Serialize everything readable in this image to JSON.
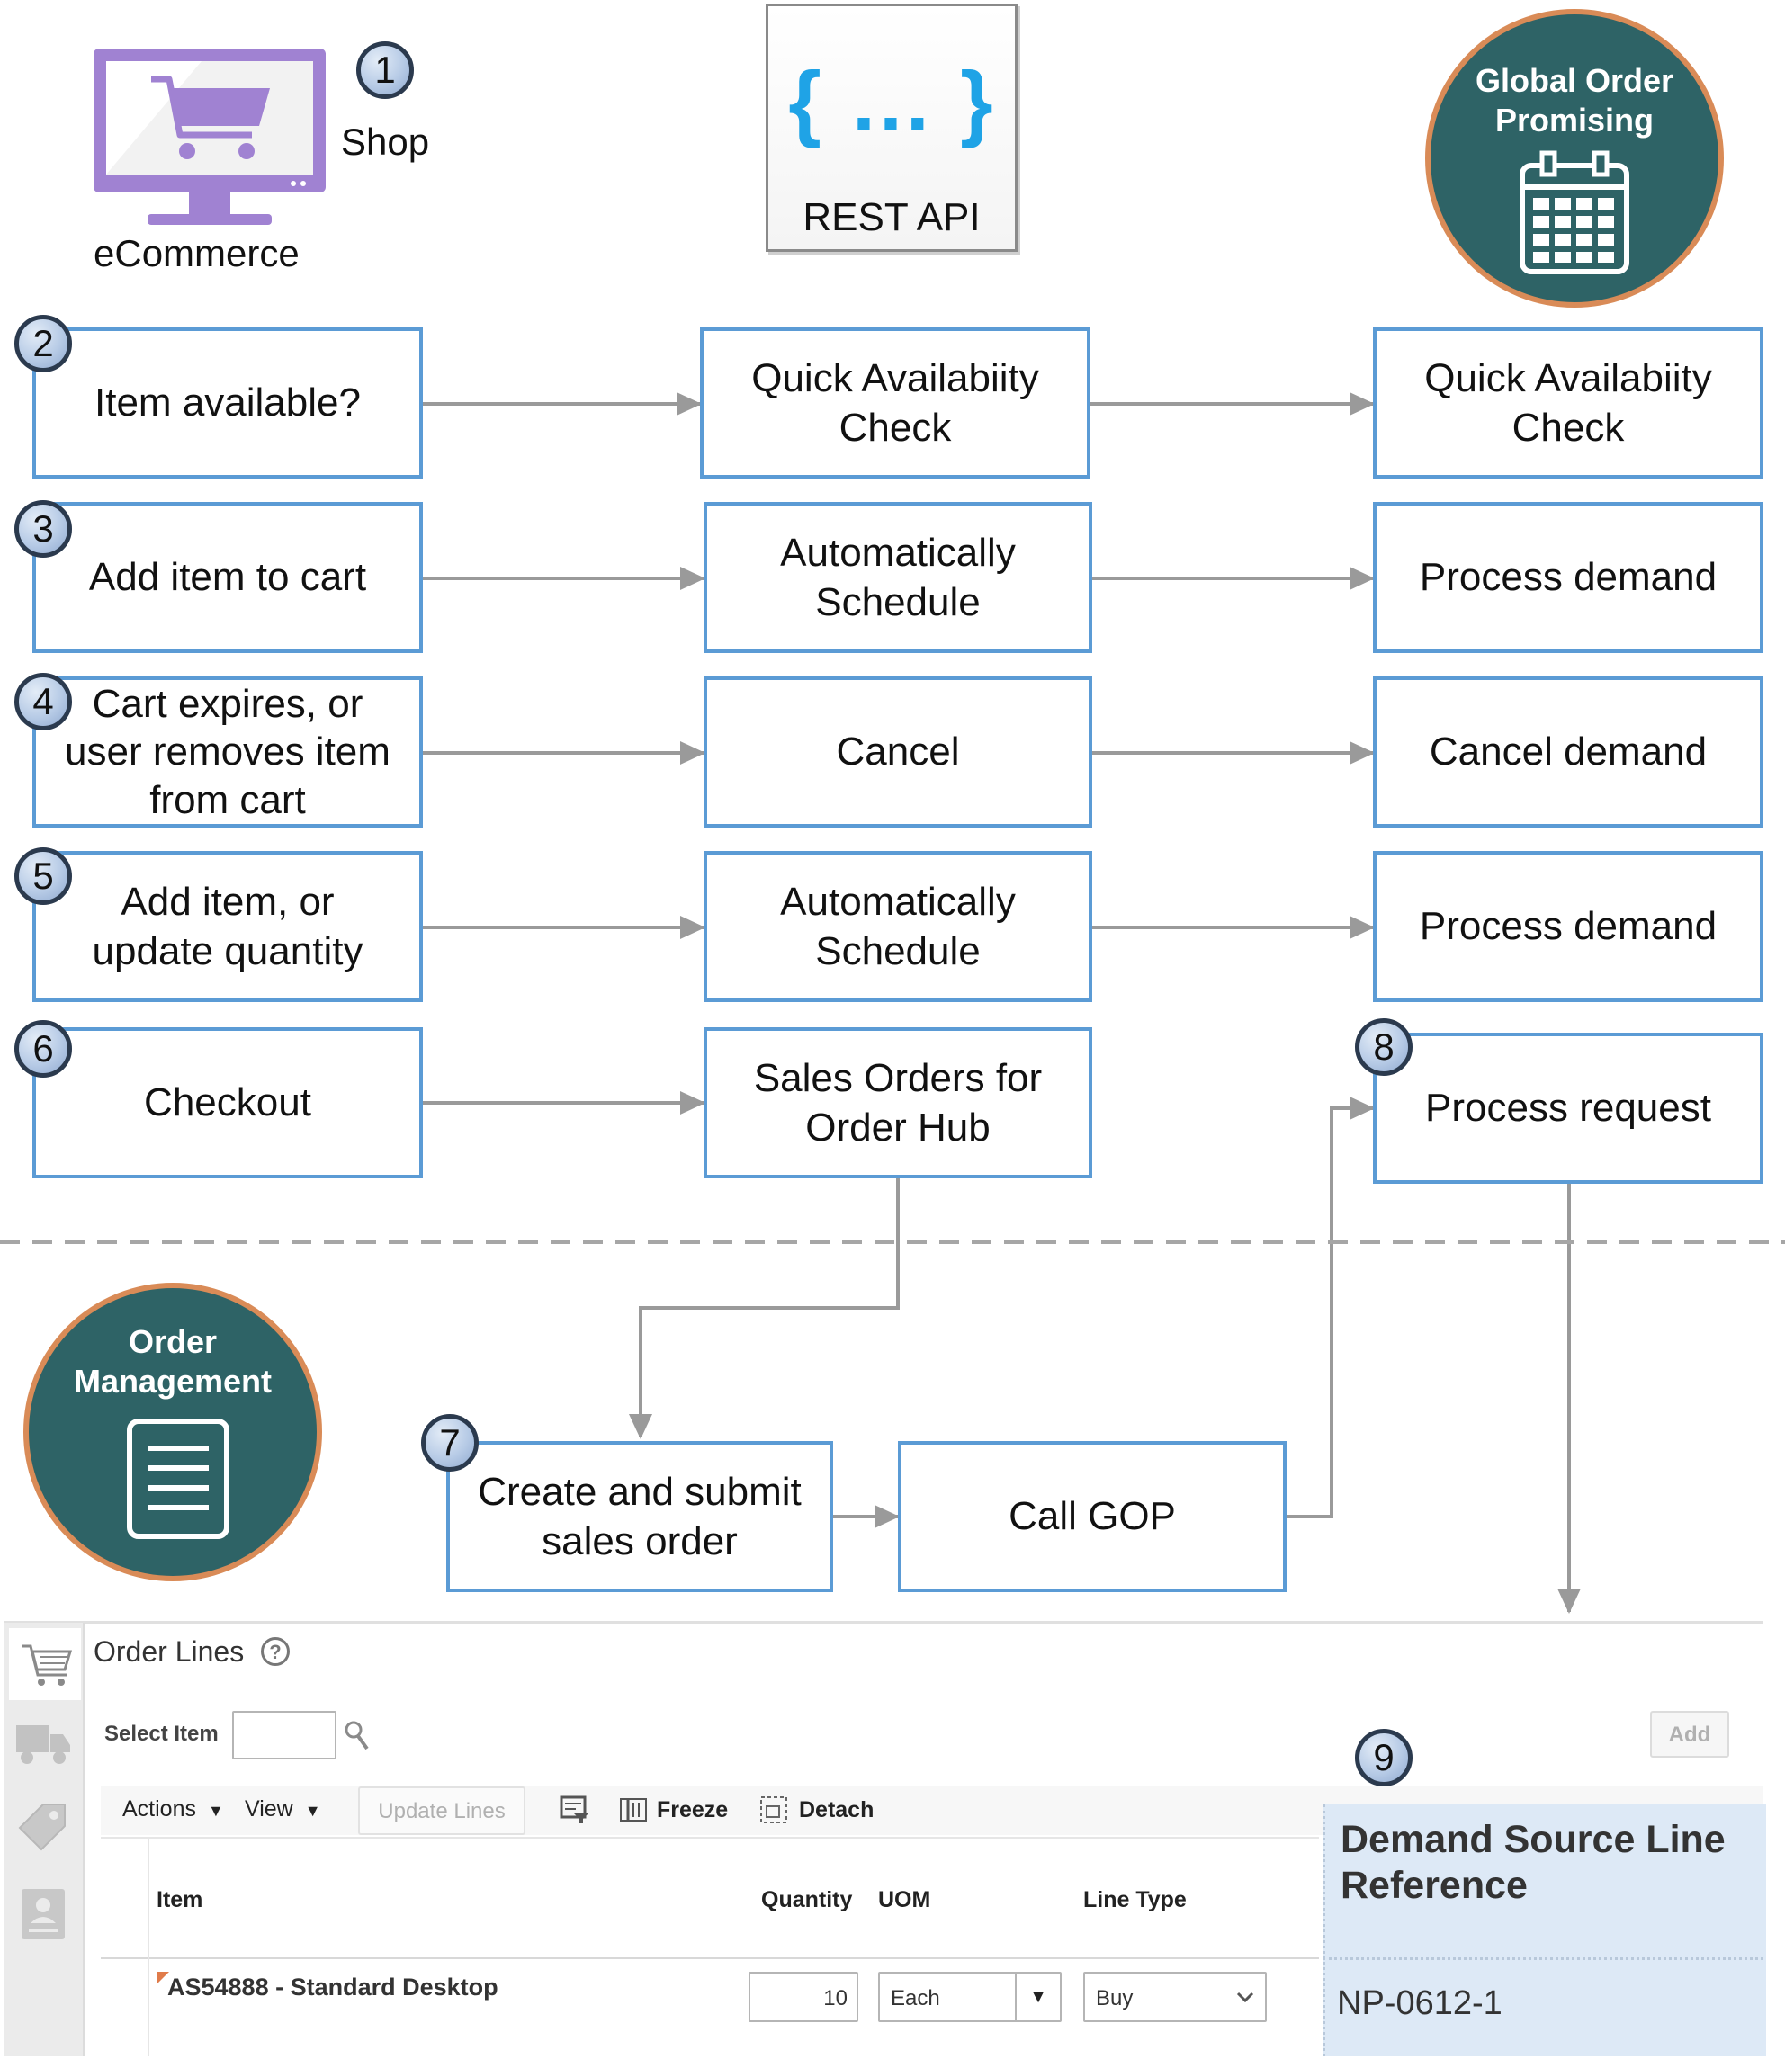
{
  "ecommerce": {
    "label": "eCommerce",
    "shop_label": "Shop",
    "step": "1",
    "colors": {
      "monitor": "#a082d2"
    }
  },
  "rest_api": {
    "label": "REST API",
    "glyph": "{ … }",
    "colors": {
      "glyph": "#1fa3e6"
    }
  },
  "gop": {
    "title": "Global Order\nPromising",
    "icon": "calendar-icon",
    "colors": {
      "fill": "#2e6366",
      "ring": "#d98b57"
    }
  },
  "order_management": {
    "title": "Order\nManagement",
    "icon": "document-icon"
  },
  "flow": {
    "rows": [
      {
        "step": "2",
        "left": "Item available?",
        "middle": "Quick Availabiity\nCheck",
        "right": "Quick Availabiity\nCheck"
      },
      {
        "step": "3",
        "left": "Add item to cart",
        "middle": "Automatically\nSchedule",
        "right": "Process demand"
      },
      {
        "step": "4",
        "left": "   Cart expires, or\nuser removes item\nfrom cart",
        "middle": "Cancel",
        "right": "Cancel demand"
      },
      {
        "step": "5",
        "left": "    Add item, or\nupdate quantity",
        "middle": "Automatically\nSchedule",
        "right": "Process demand"
      },
      {
        "step": "6",
        "left": "Checkout",
        "middle": "Sales Orders for\nOrder Hub",
        "right": "Process request",
        "right_step": "8"
      }
    ],
    "create_submit": {
      "step": "7",
      "label": "Create and submit\nsales order"
    },
    "call_gop": {
      "label": "Call GOP"
    },
    "colors": {
      "box_border": "#5b9bd5",
      "arrow": "#9a9a9a"
    }
  },
  "order_lines": {
    "title": "Order Lines",
    "help_icon": "help-icon",
    "select_item_label": "Select Item",
    "select_item_value": "",
    "add_label": "Add",
    "toolbar": {
      "actions": "Actions",
      "view": "View",
      "update_lines": "Update Lines",
      "freeze": "Freeze",
      "detach": "Detach"
    },
    "columns": {
      "item": "Item",
      "quantity": "Quantity",
      "uom": "UOM",
      "line_type": "Line Type",
      "demand_source": "Demand Source Line\nReference"
    },
    "row": {
      "item": "AS54888 - Standard Desktop",
      "quantity": "10",
      "uom": "Each",
      "line_type": "Buy",
      "demand_source": "NP-0612-1"
    },
    "step": "9"
  }
}
